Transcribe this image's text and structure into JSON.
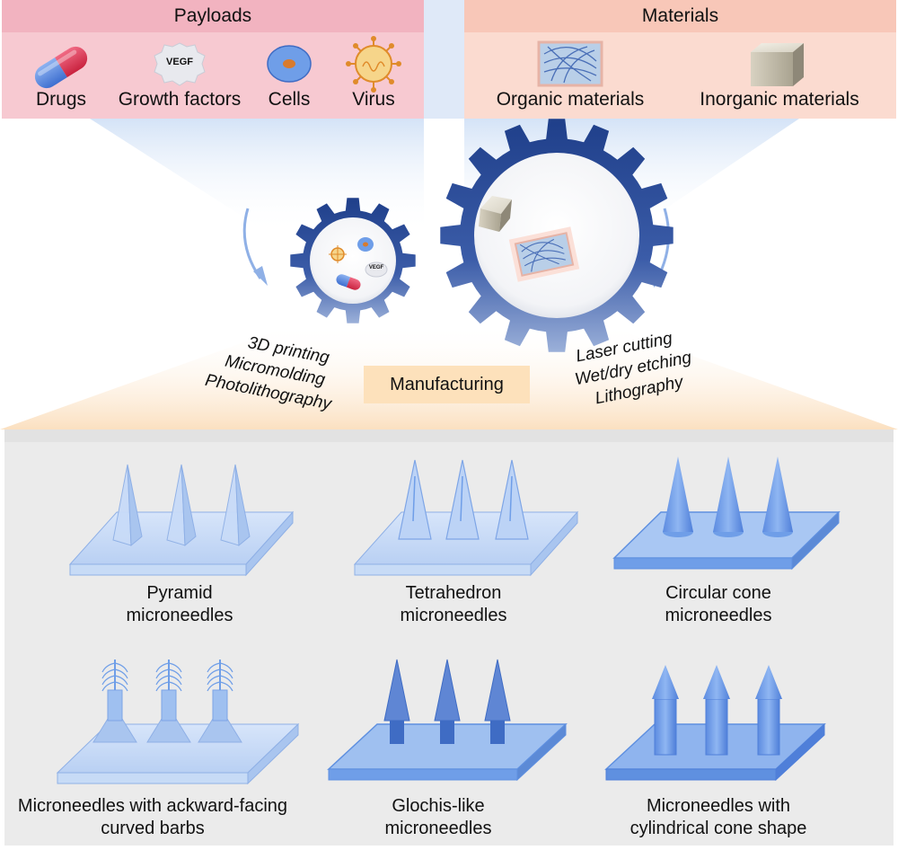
{
  "payloads": {
    "title": "Payloads",
    "items": [
      {
        "label": "Drugs",
        "icon": "capsule-icon"
      },
      {
        "label": "Growth factors",
        "icon": "vegf-icon",
        "icon_text": "VEGF"
      },
      {
        "label": "Cells",
        "icon": "cell-icon"
      },
      {
        "label": "Virus",
        "icon": "virus-icon"
      }
    ]
  },
  "materials": {
    "title": "Materials",
    "items": [
      {
        "label": "Organic materials",
        "icon": "organic-material-icon"
      },
      {
        "label": "Inorganic materials",
        "icon": "inorganic-cube-icon"
      }
    ]
  },
  "manufacturing": {
    "label": "Manufacturing",
    "left_methods": [
      "3D printing",
      "Micromolding",
      "Photolithography"
    ],
    "right_methods": [
      "Laser cutting",
      "Wet/dry etching",
      "Lithography"
    ],
    "gear_vegf_text": "VEGF"
  },
  "microneedles": [
    {
      "line1": "Pyramid",
      "line2": "microneedles"
    },
    {
      "line1": "Tetrahedron",
      "line2": "microneedles"
    },
    {
      "line1": "Circular cone",
      "line2": "microneedles"
    },
    {
      "line1": "Microneedles with ackward-facing",
      "line2": "curved barbs"
    },
    {
      "line1": "Glochis-like",
      "line2": "microneedles"
    },
    {
      "line1": "Microneedles with",
      "line2": "cylindrical cone shape"
    }
  ],
  "colors": {
    "payload_bg": "#f7c9d1",
    "material_bg": "#fbd9cf",
    "gear": "#2c4b95",
    "manufacturing_box": "#fde3c0",
    "bottom_panel": "#ebebeb",
    "needle_blue": "#6f9ee8"
  }
}
